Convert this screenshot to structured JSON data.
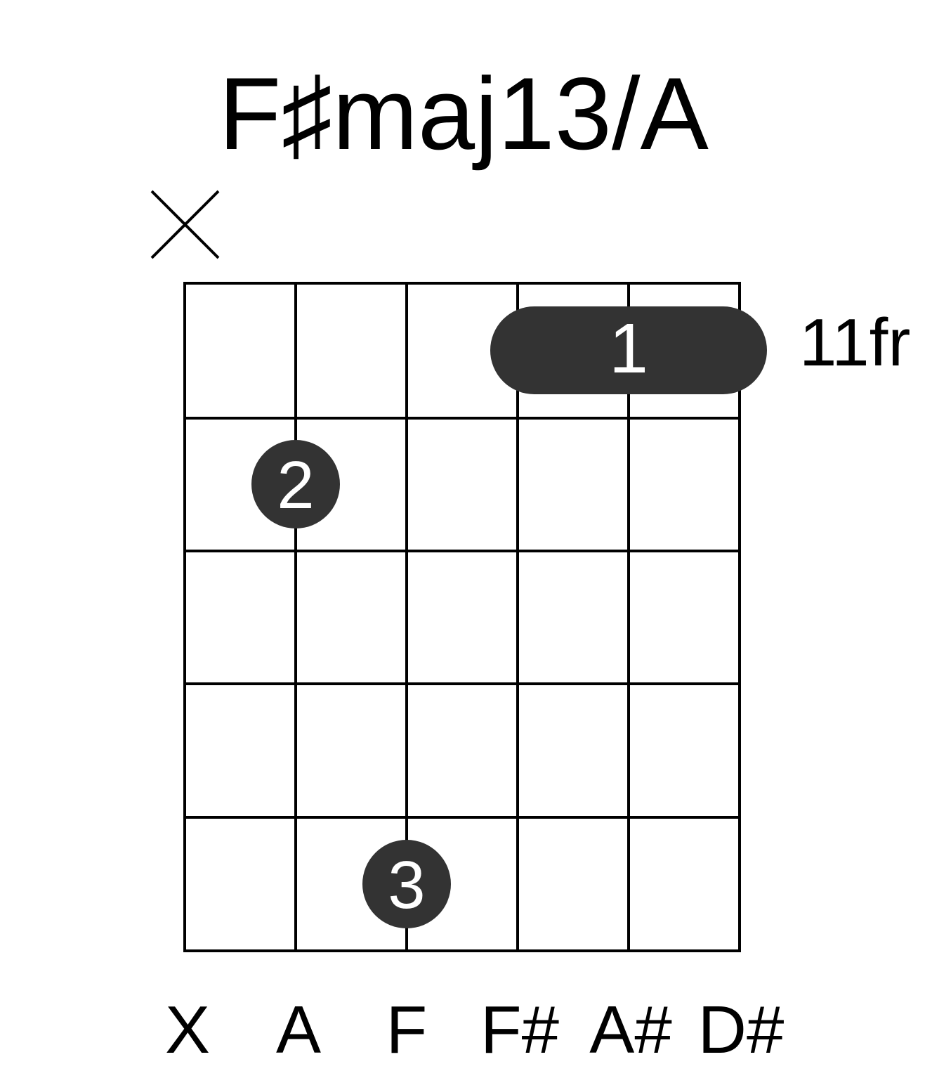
{
  "title": "F♯maj13/A",
  "fret_label": "11fr",
  "colors": {
    "ink": "#000000",
    "dot": "#333333",
    "dot_text": "#ffffff",
    "background": "#ffffff"
  },
  "strings": [
    {
      "note": "X",
      "muted": true
    },
    {
      "note": "A",
      "muted": false
    },
    {
      "note": "F",
      "muted": false
    },
    {
      "note": "F#",
      "muted": false
    },
    {
      "note": "A#",
      "muted": false
    },
    {
      "note": "D#",
      "muted": false
    }
  ],
  "frets_shown": 5,
  "barre": {
    "fret": 1,
    "from_string": 4,
    "to_string": 6,
    "finger": "1"
  },
  "dots": [
    {
      "string": 2,
      "fret": 2,
      "finger": "2"
    },
    {
      "string": 3,
      "fret": 5,
      "finger": "3"
    }
  ]
}
